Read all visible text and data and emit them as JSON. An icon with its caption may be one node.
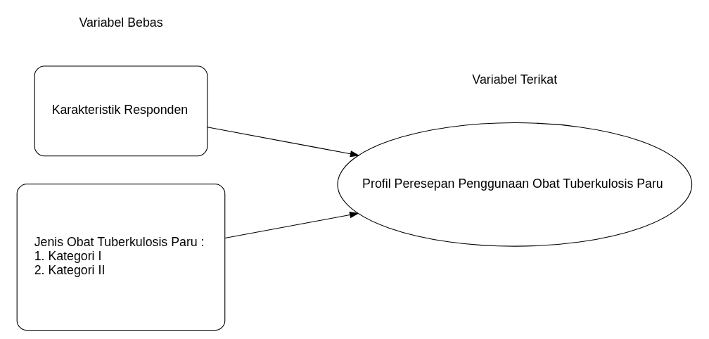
{
  "diagram": {
    "nodes": [
      {
        "text": [
          "Karakteristik Responden"
        ]
      },
      {
        "text": [
          "Jenis Obat Tuberkulosis Paru :",
          "1. Kategori I",
          "2. Kategori II"
        ]
      },
      {
        "text": [
          "Profil Peresepan Penggunaan Obat Tuberkulosis Paru"
        ]
      }
    ],
    "edges": [
      {
        "from": 0,
        "to": 2,
        "arrow": "to"
      },
      {
        "from": 1,
        "to": 2,
        "arrow": "to"
      }
    ],
    "labels": [
      "Variabel Bebas",
      "Variabel Terikat"
    ]
  }
}
